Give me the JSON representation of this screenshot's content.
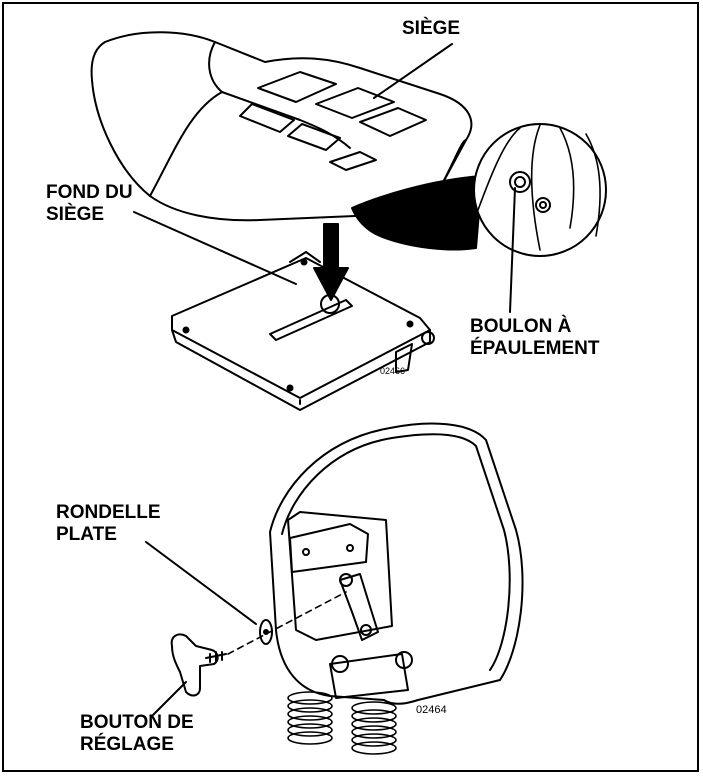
{
  "labels": {
    "seat": "SIÈGE",
    "seat_base": [
      "FOND DU",
      "SIÈGE"
    ],
    "shoulder_bolt": [
      "BOULON À",
      "ÉPAULEMENT"
    ],
    "flat_washer": [
      "RONDELLE",
      "PLATE"
    ],
    "adjust_knob": [
      "BOUTON DE",
      "RÉGLAGE"
    ]
  },
  "figure_codes": {
    "top": "02466",
    "bottom": "02464"
  }
}
